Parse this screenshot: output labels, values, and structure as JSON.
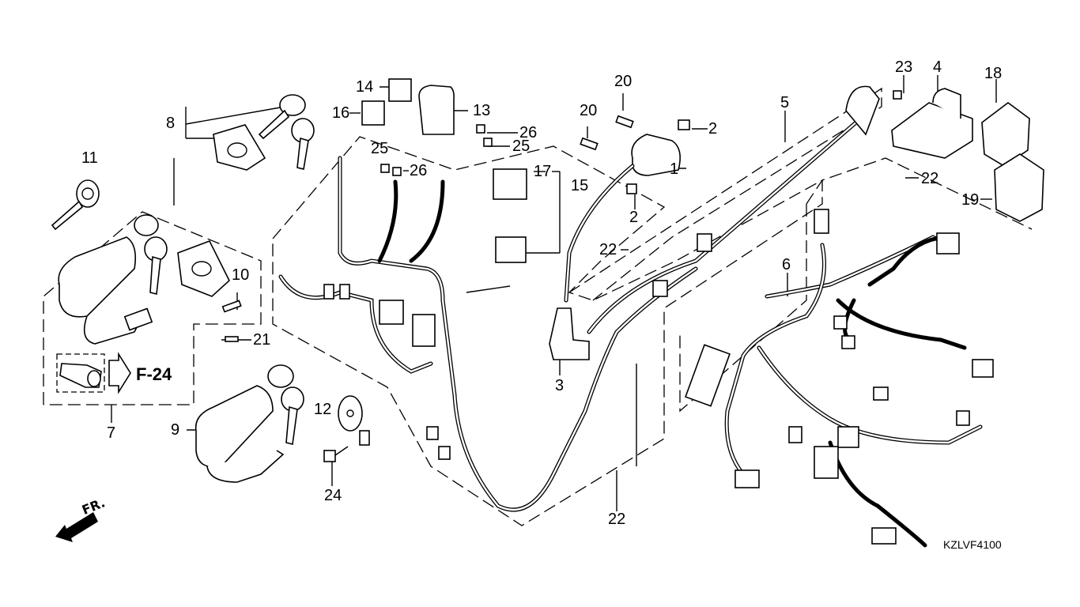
{
  "diagram": {
    "type": "exploded parts diagram",
    "subject": "wire harness / ignition switch assembly",
    "diagram_code": "KZLVF4100",
    "front_indicator": "FR.",
    "cross_reference": "F-24",
    "callouts": [
      {
        "id": "1",
        "label": "1"
      },
      {
        "id": "2a",
        "label": "2"
      },
      {
        "id": "2b",
        "label": "2"
      },
      {
        "id": "3",
        "label": "3"
      },
      {
        "id": "4",
        "label": "4"
      },
      {
        "id": "5",
        "label": "5"
      },
      {
        "id": "6",
        "label": "6"
      },
      {
        "id": "7",
        "label": "7"
      },
      {
        "id": "8",
        "label": "8"
      },
      {
        "id": "9",
        "label": "9"
      },
      {
        "id": "10",
        "label": "10"
      },
      {
        "id": "11",
        "label": "11"
      },
      {
        "id": "12",
        "label": "12"
      },
      {
        "id": "13",
        "label": "13"
      },
      {
        "id": "14",
        "label": "14"
      },
      {
        "id": "15",
        "label": "15"
      },
      {
        "id": "16",
        "label": "16"
      },
      {
        "id": "17",
        "label": "17"
      },
      {
        "id": "18",
        "label": "18"
      },
      {
        "id": "19",
        "label": "19"
      },
      {
        "id": "20a",
        "label": "20"
      },
      {
        "id": "20b",
        "label": "20"
      },
      {
        "id": "21",
        "label": "21"
      },
      {
        "id": "22a",
        "label": "22"
      },
      {
        "id": "22b",
        "label": "22"
      },
      {
        "id": "22c",
        "label": "22"
      },
      {
        "id": "23",
        "label": "23"
      },
      {
        "id": "24",
        "label": "24"
      },
      {
        "id": "25a",
        "label": "25"
      },
      {
        "id": "25b",
        "label": "25"
      },
      {
        "id": "26a",
        "label": "26"
      },
      {
        "id": "26b",
        "label": "26"
      }
    ]
  }
}
